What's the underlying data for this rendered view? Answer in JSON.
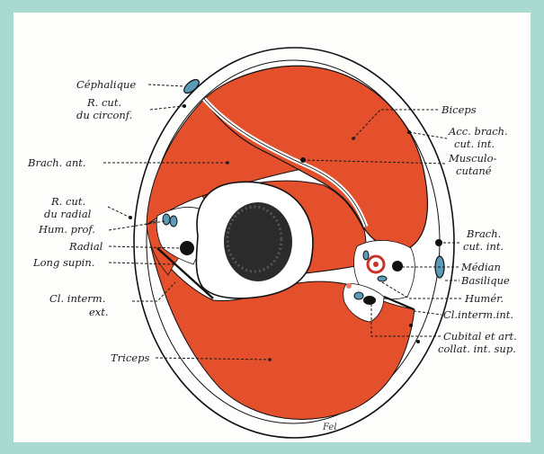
{
  "colors": {
    "frame": "#a9d9cf",
    "muscle": "#e4502c",
    "fat": "#ffffff",
    "bone_cortex": "#ffffff",
    "marrow": "#2b2b2b",
    "vessel_blue": "#5a9bb7",
    "artery_red": "#c7322a",
    "outline": "#111111"
  },
  "labels": {
    "cephalique": "Céphalique",
    "r_cut_circonf_1": "R. cut.",
    "r_cut_circonf_2": "du circonf.",
    "brach_ant": "Brach. ant.",
    "r_cut_radial_1": "R. cut.",
    "r_cut_radial_2": "du radial",
    "hum_prof": "Hum. prof.",
    "radial": "Radial",
    "long_supin": "Long supin.",
    "cl_interm_ext_1": "Cl. interm.",
    "cl_interm_ext_2": "ext.",
    "triceps": "Triceps",
    "biceps": "Biceps",
    "acc_brach_1": "Acc. brach.",
    "acc_brach_2": "cut. int.",
    "musculo_1": "Musculo-",
    "musculo_2": "cutané",
    "brach_cut_int_1": "Brach.",
    "brach_cut_int_2": "cut. int.",
    "median": "Médian",
    "basilique": "Basilique",
    "humer": "Humér.",
    "cl_interm_int": "Cl.interm.int.",
    "cubital_1": "Cubital et art.",
    "cubital_2": "collat. int. sup."
  },
  "signature": "Fel"
}
